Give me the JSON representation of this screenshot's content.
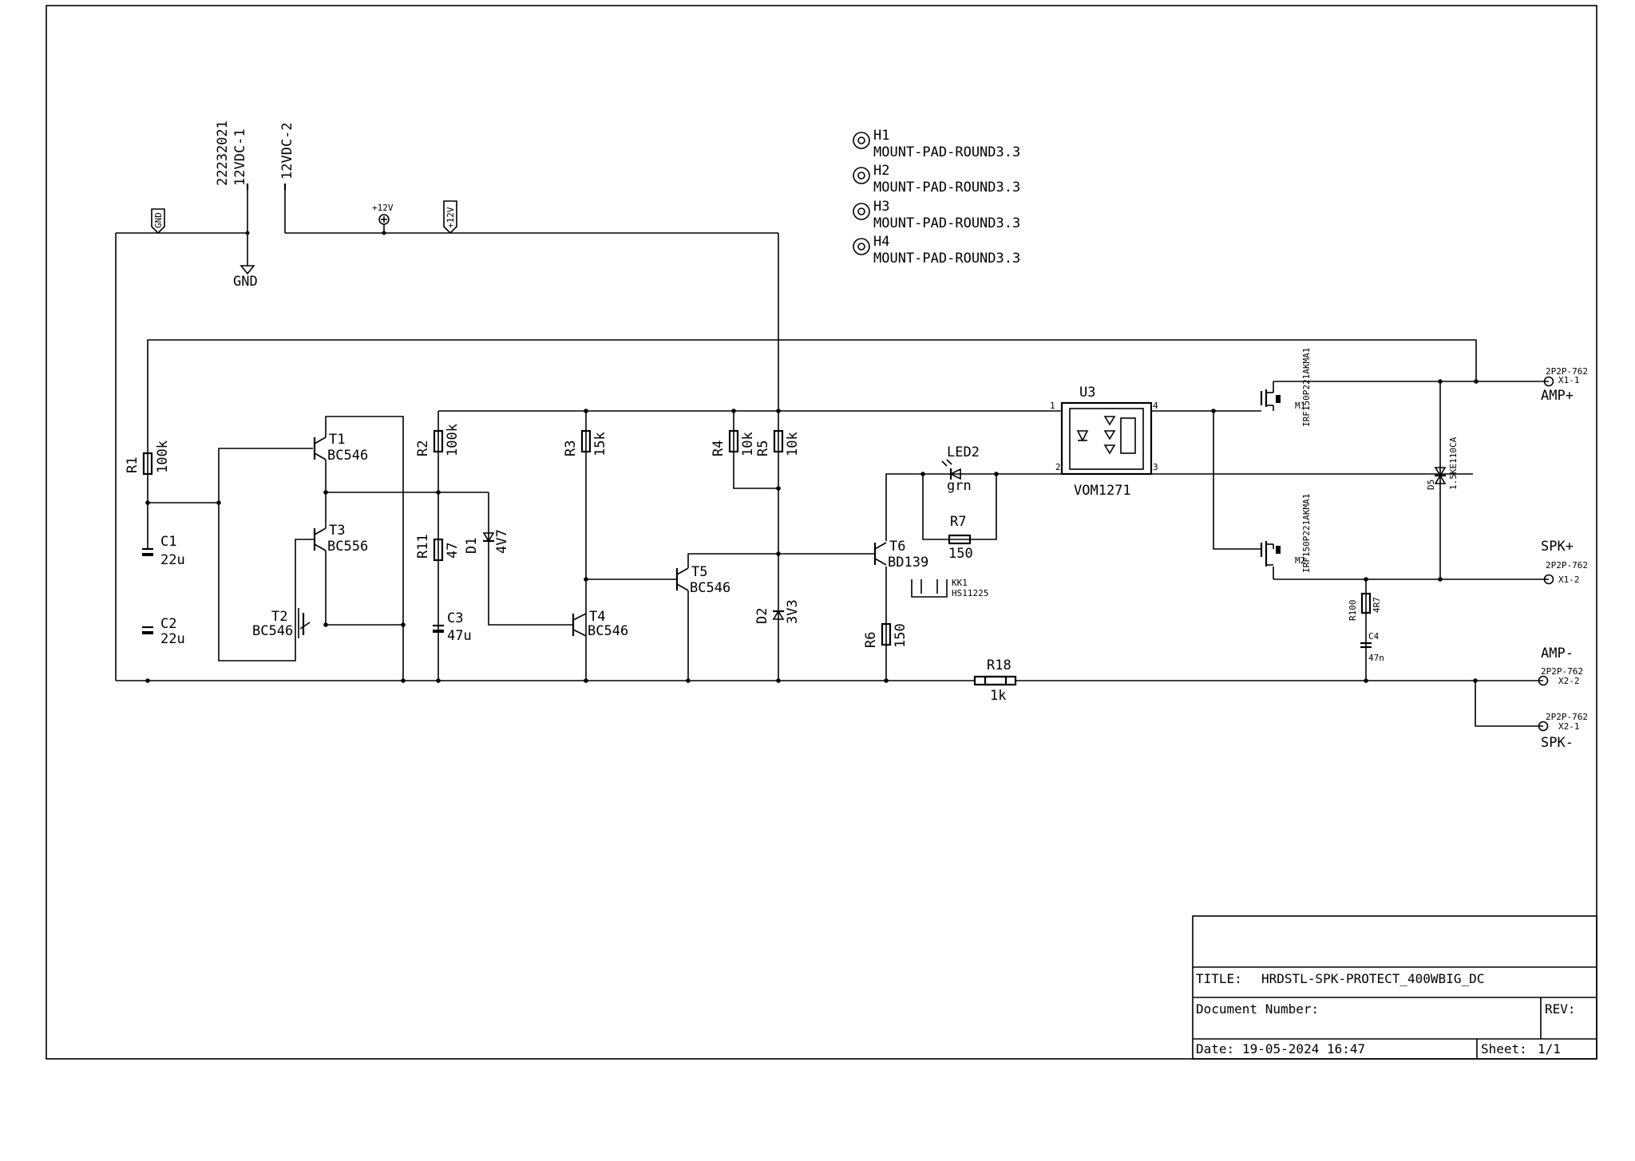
{
  "title_block": {
    "title_label": "TITLE:",
    "title": "HRDSTL-SPK-PROTECT_400WBIG_DC",
    "docnum_label": "Document Number:",
    "rev_label": "REV:",
    "date_label": "Date:",
    "date": "19-05-2024 16:47",
    "sheet_label": "Sheet:",
    "sheet": "1/1"
  },
  "connectors": {
    "in_part": "22232021",
    "in1": "12VDC-1",
    "in2": "12VDC-2",
    "gnd_flag": "GND",
    "gnd_sym": "GND",
    "v12_sym": "+12V",
    "v12_flag": "+12V",
    "x_part": "2P2P-762",
    "x11": "X1-1",
    "x12": "X1-2",
    "x22": "X2-2",
    "x21": "X2-1",
    "amp_plus": "AMP+",
    "spk_plus": "SPK+",
    "amp_minus": "AMP-",
    "spk_minus": "SPK-"
  },
  "mounting": [
    {
      "ref": "H1",
      "value": "MOUNT-PAD-ROUND3.3"
    },
    {
      "ref": "H2",
      "value": "MOUNT-PAD-ROUND3.3"
    },
    {
      "ref": "H3",
      "value": "MOUNT-PAD-ROUND3.3"
    },
    {
      "ref": "H4",
      "value": "MOUNT-PAD-ROUND3.3"
    }
  ],
  "parts": {
    "R1": {
      "ref": "R1",
      "value": "100k"
    },
    "R2": {
      "ref": "R2",
      "value": "100k"
    },
    "R3": {
      "ref": "R3",
      "value": "15k"
    },
    "R4": {
      "ref": "R4",
      "value": "10k"
    },
    "R5": {
      "ref": "R5",
      "value": "10k"
    },
    "R6": {
      "ref": "R6",
      "value": "150"
    },
    "R7": {
      "ref": "R7",
      "value": "150"
    },
    "R11": {
      "ref": "R11",
      "value": "47"
    },
    "R18": {
      "ref": "R18",
      "value": "1k"
    },
    "R100": {
      "ref": "R100",
      "value": "4R7"
    },
    "C1": {
      "ref": "C1",
      "value": "22u"
    },
    "C2": {
      "ref": "C2",
      "value": "22u"
    },
    "C3": {
      "ref": "C3",
      "value": "47u"
    },
    "C4": {
      "ref": "C4",
      "value": "47n"
    },
    "D1": {
      "ref": "D1",
      "value": "4V7"
    },
    "D2": {
      "ref": "D2",
      "value": "3V3"
    },
    "D5": {
      "ref": "D5",
      "value": "1.5KE110CA"
    },
    "LED2": {
      "ref": "LED2",
      "value": "grn"
    },
    "T1": {
      "ref": "T1",
      "value": "BC546"
    },
    "T2": {
      "ref": "T2",
      "value": "BC546"
    },
    "T3": {
      "ref": "T3",
      "value": "BC556"
    },
    "T4": {
      "ref": "T4",
      "value": "BC546"
    },
    "T5": {
      "ref": "T5",
      "value": "BC546"
    },
    "T6": {
      "ref": "T6",
      "value": "BD139"
    },
    "U3": {
      "ref": "U3",
      "value": "VOM1271",
      "p1": "1",
      "p2": "2",
      "p3": "3",
      "p4": "4"
    },
    "M1": {
      "ref": "M1",
      "value": "IRF150P221AKMA1"
    },
    "M2": {
      "ref": "M2",
      "value": "IRF150P221AKMA1"
    },
    "KK1": {
      "ref": "KK1",
      "value": "HS11225"
    }
  }
}
